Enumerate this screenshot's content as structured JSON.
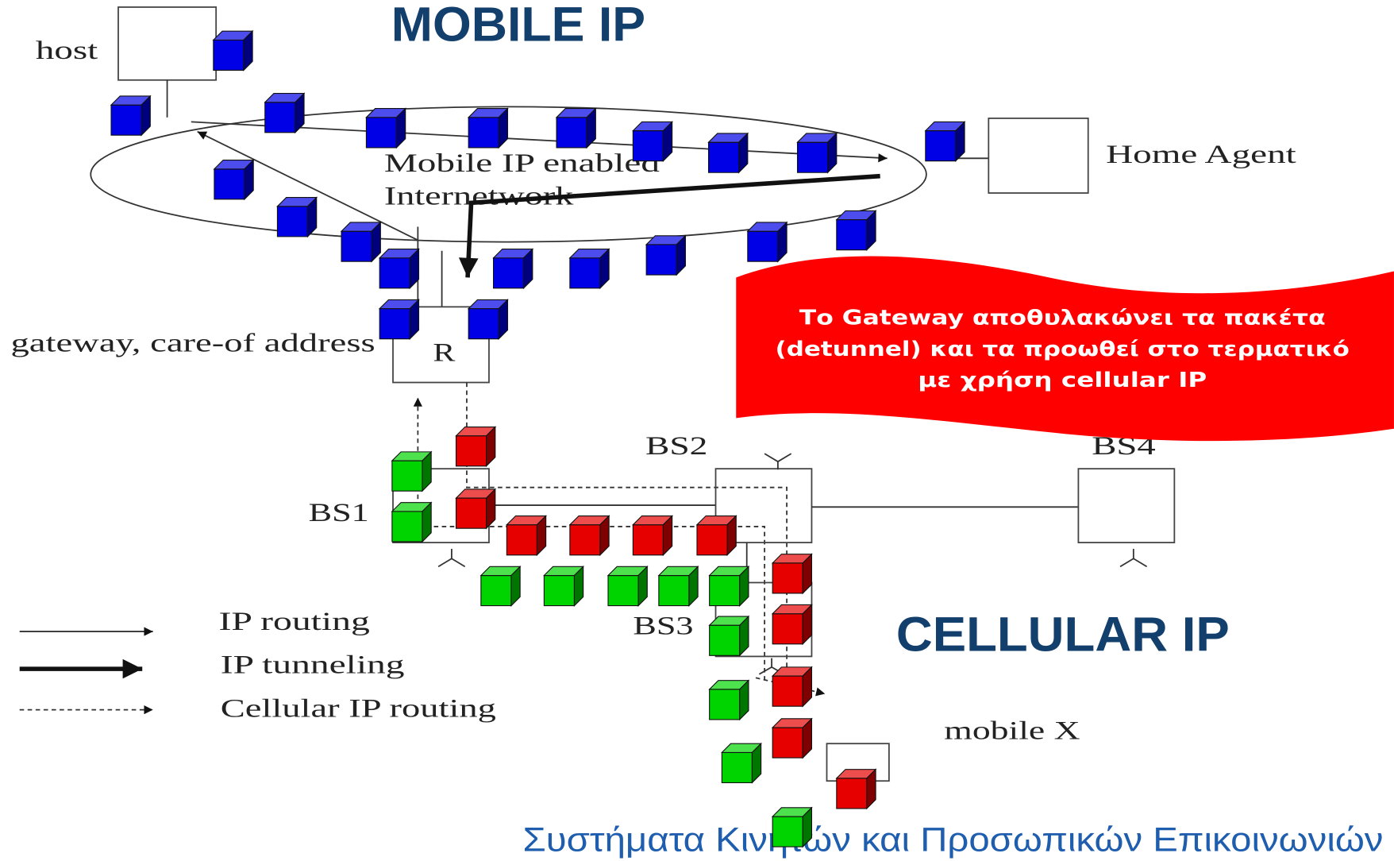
{
  "slide": {
    "title": "MOBILE IP",
    "subtitle": "CELLULAR IP",
    "footer": "Συστήματα Κινητών και Προσωπικών Επικοινωνιών"
  },
  "diagram": {
    "host": "host",
    "internetwork": [
      "Mobile IP enabled",
      "Internetwork"
    ],
    "home_agent": "Home Agent",
    "gateway": "gateway, care-of address",
    "router": "R",
    "base_stations": [
      "BS1",
      "BS2",
      "BS3",
      "BS4"
    ],
    "mobile": "mobile X"
  },
  "legend": [
    {
      "label": "IP routing"
    },
    {
      "label": "IP tunneling"
    },
    {
      "label": "Cellular IP routing"
    }
  ],
  "callout": {
    "lines": [
      "Το Gateway αποθυλακώνει τα πακέτα",
      "(detunnel) και τα προωθεί στο τερματικό",
      "με χρήση cellular IP"
    ]
  },
  "colors": {
    "heading": "#133f6d",
    "footer_text": "#1f5eae",
    "callout_fill": "#ff0000",
    "callout_text": "#ffffff",
    "packet_blue": "#0000e6",
    "packet_red": "#e60000",
    "packet_green": "#00d400"
  }
}
